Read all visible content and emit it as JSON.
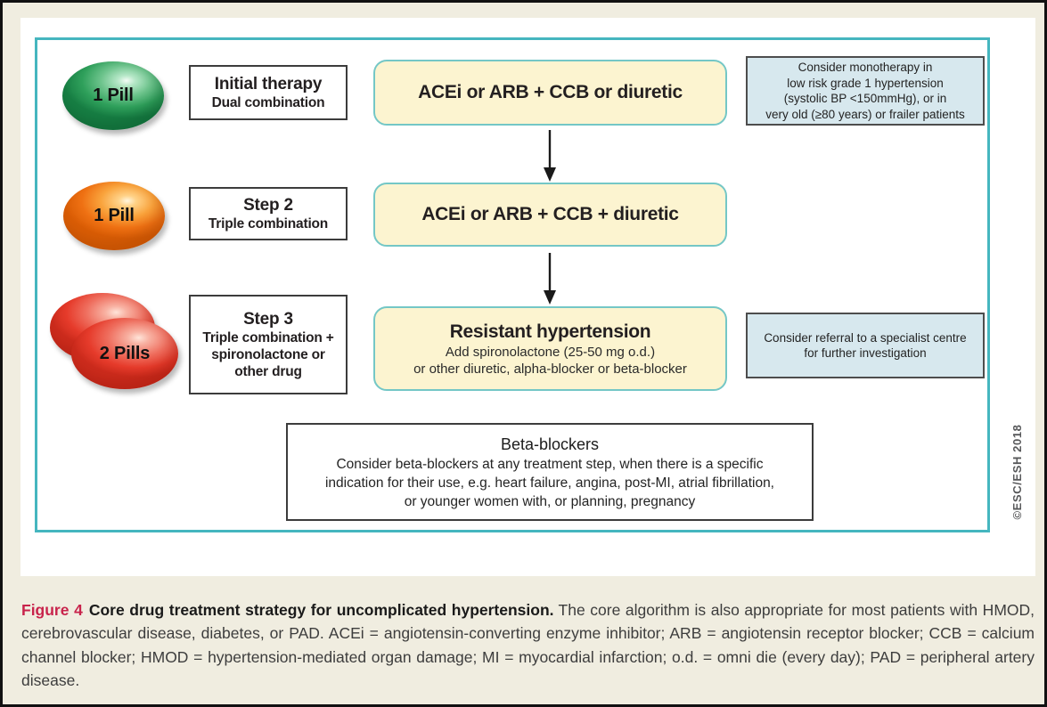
{
  "colors": {
    "page_bg": "#f0ede0",
    "frame": "#111111",
    "panel_bg": "#ffffff",
    "diagram_border": "#45b6bf",
    "therapy_bg": "#fcf4d0",
    "therapy_border": "#74c7c6",
    "note_bg": "#d7e8ee",
    "note_border": "#4d4d4d",
    "box_border": "#3c3c3c",
    "fig_red": "#c8234b",
    "text_dark": "#231f20",
    "copyright_gray": "#57585a",
    "pill_green": "#2fa05b",
    "pill_orange": "#ef7113",
    "pill_red": "#e63b2b",
    "arrow_black": "#1a1a1a"
  },
  "rows": [
    {
      "pill_label": "1 Pill",
      "pill_color": "green",
      "step_title": "Initial therapy",
      "step_subtitle": "Dual combination",
      "therapy_title": "ACEi or ARB + CCB or diuretic",
      "note": "Consider monotherapy in\nlow risk grade 1 hypertension\n(systolic BP <150mmHg), or in\nvery old (≥80 years) or frailer patients"
    },
    {
      "pill_label": "1 Pill",
      "pill_color": "orange",
      "step_title": "Step 2",
      "step_subtitle": "Triple combination",
      "therapy_title": "ACEi or ARB + CCB + diuretic"
    },
    {
      "pill_label": "2 Pills",
      "pill_color": "red",
      "step_title": "Step 3",
      "step_subtitle": "Triple combination +\nspironolactone or\nother drug",
      "therapy_title": "Resistant hypertension",
      "therapy_subtitle": "Add spironolactone (25-50 mg o.d.)\nor other diuretic, alpha-blocker or beta-blocker",
      "note": "Consider referral to a specialist centre\nfor further investigation"
    }
  ],
  "beta_blockers": {
    "title": "Beta-blockers",
    "body": "Consider beta-blockers at any treatment step, when there is a specific\nindication for their use, e.g. heart failure, angina, post-MI, atrial fibrillation,\nor younger women with, or planning, pregnancy"
  },
  "copyright": "©ESC/ESH 2018",
  "caption": {
    "figure_label": "Figure 4",
    "title_bold": "Core drug treatment strategy for uncomplicated hypertension.",
    "body": "The core algorithm is also appropriate for most patients with HMOD, cerebrovascular disease, diabetes, or PAD. ACEi = angiotensin-converting enzyme inhibitor; ARB = angiotensin receptor blocker; CCB = calcium channel blocker; HMOD = hypertension-mediated organ damage; MI = myocardial infarction; o.d. = omni die (every day); PAD = peripheral artery disease."
  }
}
